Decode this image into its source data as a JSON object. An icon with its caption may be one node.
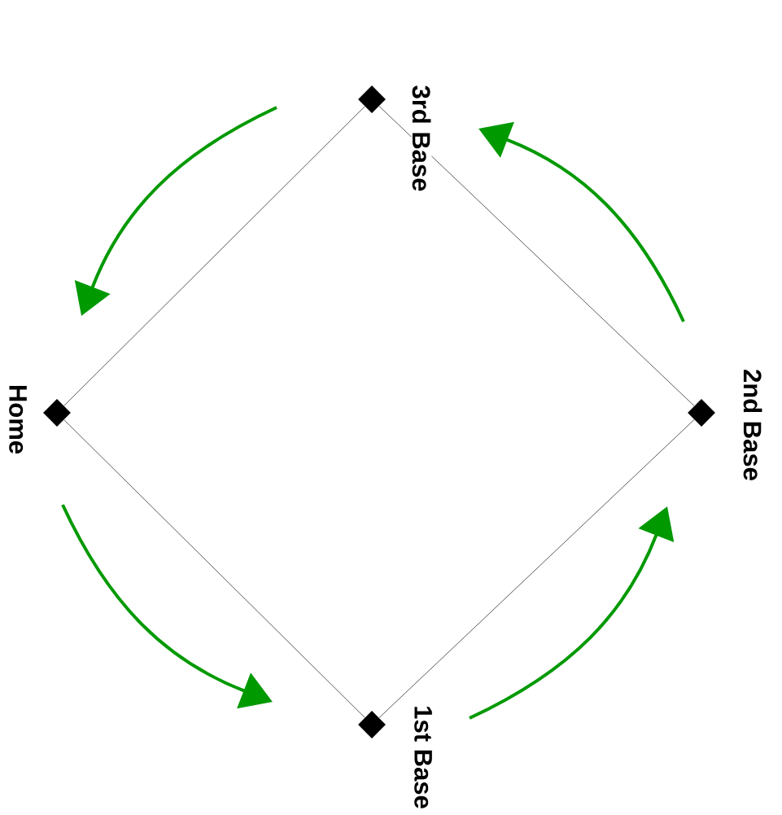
{
  "diagram": {
    "nodes": [
      {
        "text": [
          "3rd Base"
        ]
      },
      {
        "text": [
          "Home"
        ]
      },
      {
        "text": [
          "2nd Base"
        ]
      },
      {
        "text": [
          "1st Base"
        ]
      }
    ],
    "edges": [
      {
        "from": 0,
        "to": 1,
        "arrow": "none"
      },
      {
        "from": 0,
        "to": 2,
        "arrow": "none"
      },
      {
        "from": 1,
        "to": 3,
        "arrow": "none"
      },
      {
        "from": 2,
        "to": 3,
        "arrow": "none"
      }
    ]
  }
}
